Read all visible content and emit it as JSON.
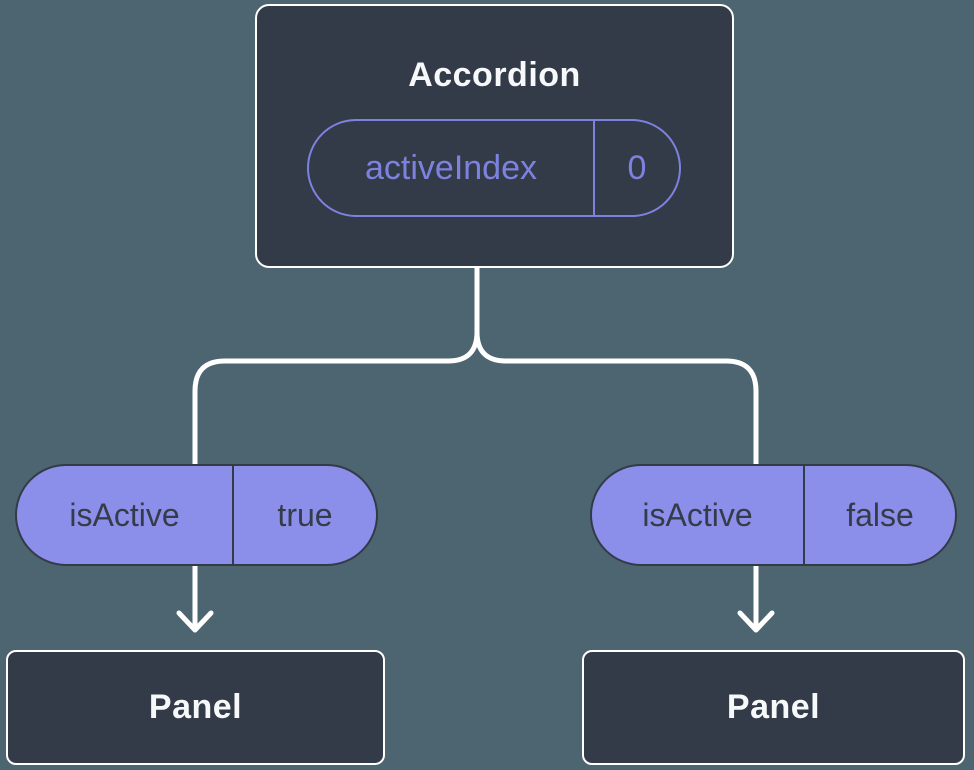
{
  "canvas": {
    "background": "#4D6570"
  },
  "palette": {
    "node_fill": "#333B48",
    "node_border": "#FFFFFF",
    "node_text": "#F7F8FA",
    "accent_purple": "#7D82E0",
    "pill_fill": "#8C8FE9",
    "pill_border": "#333B48",
    "pill_text": "#343C4A",
    "connector": "#FFFFFF"
  },
  "diagram": {
    "root": {
      "title": "Accordion",
      "prop": {
        "name": "activeIndex",
        "value": "0"
      }
    },
    "children": [
      {
        "prop": {
          "name": "isActive",
          "value": "true"
        },
        "panel_label": "Panel"
      },
      {
        "prop": {
          "name": "isActive",
          "value": "false"
        },
        "panel_label": "Panel"
      }
    ]
  }
}
